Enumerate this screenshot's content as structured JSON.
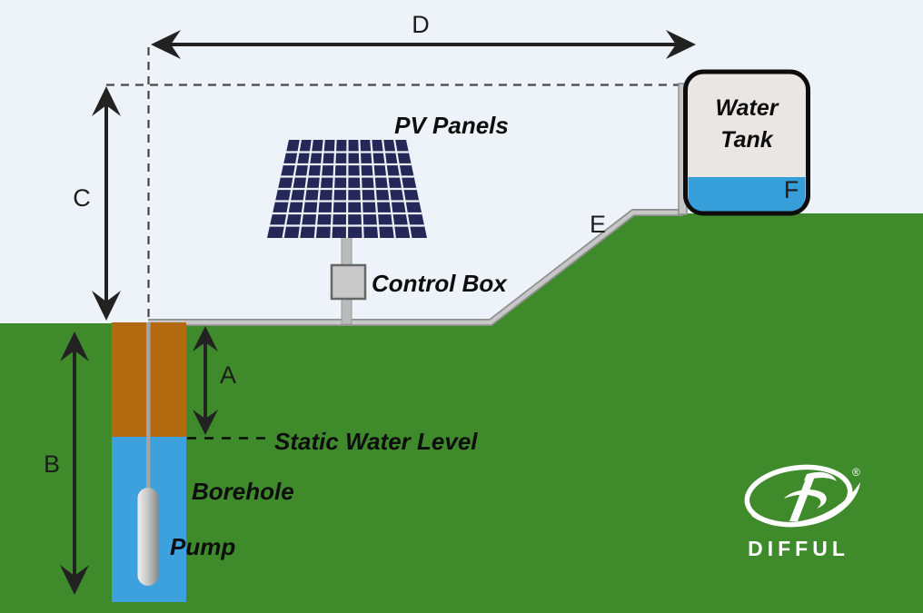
{
  "diagram": {
    "labels": {
      "pv_panels": "PV Panels",
      "control_box": "Control Box",
      "water_tank_line1": "Water",
      "water_tank_line2": "Tank",
      "static_water_level": "Static Water Level",
      "borehole": "Borehole",
      "pump": "Pump"
    },
    "dimensions": {
      "a": "A",
      "b": "B",
      "c": "C",
      "d": "D",
      "e": "E",
      "f": "F"
    },
    "brand": {
      "name": "DIFFUL",
      "registered_mark": "®"
    },
    "colors": {
      "sky": "#edf3f8",
      "ground_green": "#3f8b2c",
      "borehole_casing_orange": "#b2690f",
      "water_blue": "#3da1dd",
      "pv_cell_navy": "#232859",
      "pipe_gray": "#c7c7c7",
      "tank_body": "#eae6e3",
      "label_black": "#111111",
      "logo_white": "#ffffff"
    }
  }
}
